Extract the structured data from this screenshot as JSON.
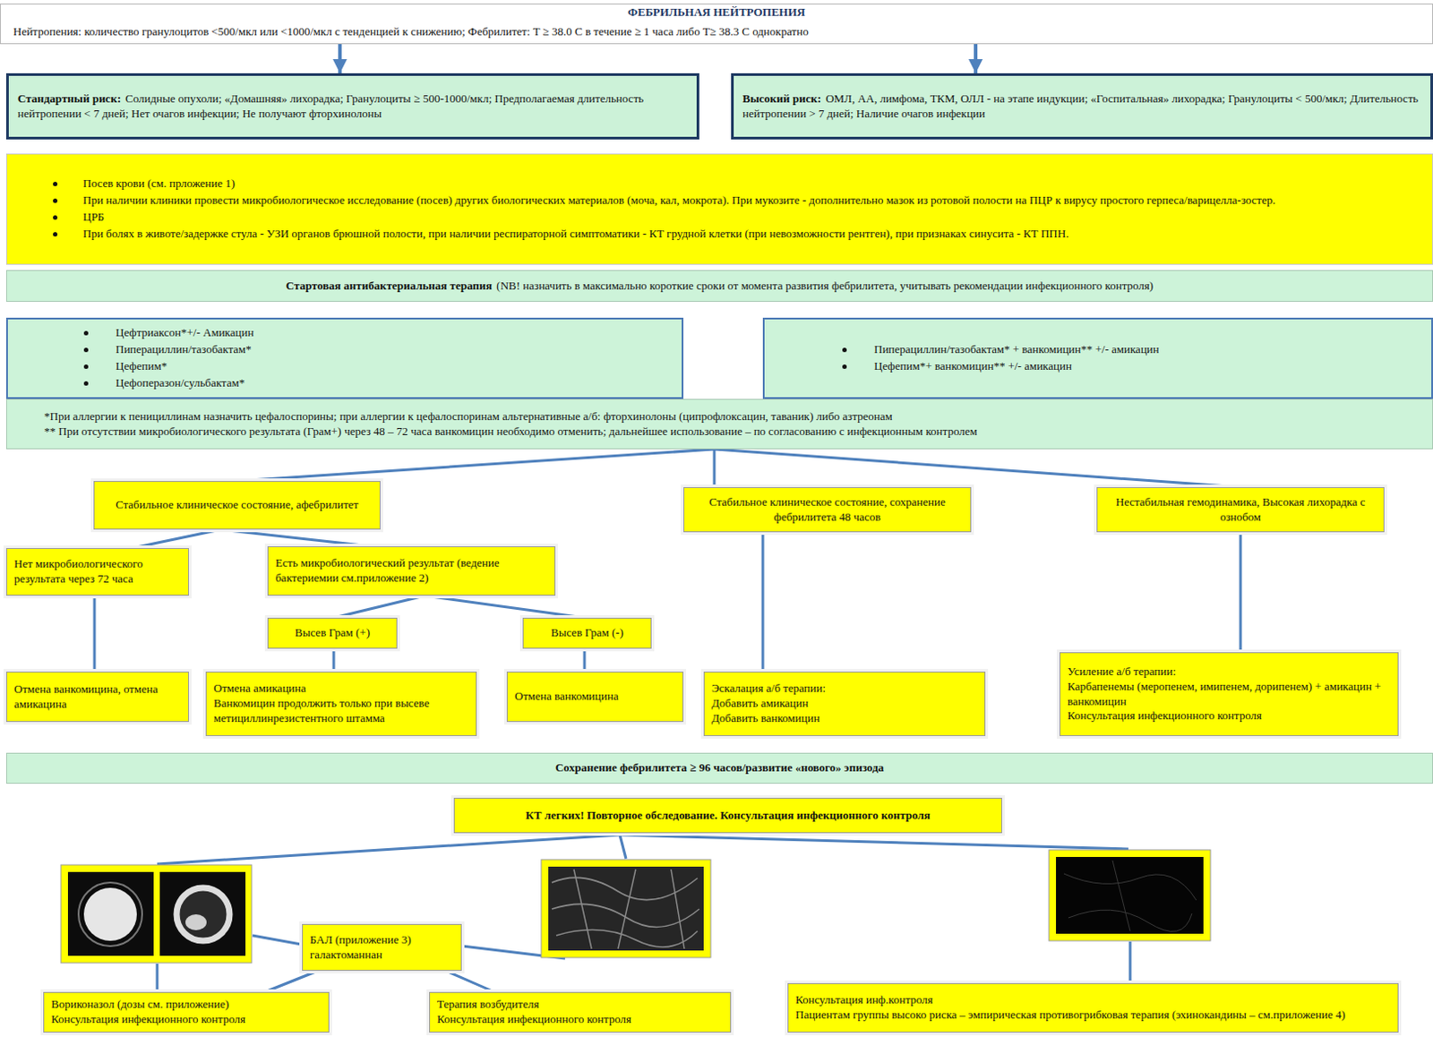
{
  "diagram": {
    "title": "ФЕБРИЛЬНАЯ НЕЙТРОПЕНИЯ",
    "nodes": [
      {
        "text": [
          "Нейтропения: количество гранулоцитов <500/мкл или <1000/мкл с тенденцией к снижению; Фебрилитет: T ≥ 38.0 C в течение ≥ 1 часа либо T≥ 38.3 C однократно"
        ]
      },
      {
        "text": [
          "Стандартный риск:",
          "Солидные опухоли; «Домашняя» лихорадка; Гранулоциты ≥ 500-1000/мкл; Предполагаемая длительность нейтропении < 7 дней; Нет очагов инфекции; Не получают фторхинолоны"
        ]
      },
      {
        "text": [
          "Высокий риск:",
          "ОМЛ, АА, лимфома, ТКМ, ОЛЛ - на этапе индукции; «Госпитальная» лихорадка; Гранулоциты < 500/мкл; Длительность нейтропении > 7 дней; Наличие очагов инфекции"
        ]
      },
      {
        "text": [
          "Посев крови (см. прложение 1)",
          "При наличии клиники провести микробиологическое исследование (посев) других биологических материалов (моча, кал, мокрота). При мукозите - дополнительно мазок из ротовой полости на ПЦР к вирусу простого герпеса/варицелла-зостер.",
          "ЦРБ",
          "При болях в животе/задержке стула - УЗИ органов брюшной полости, при наличии респираторной симптоматики - КТ грудной клетки (при невозможности рентген), при признаках синусита - КТ ППН."
        ]
      },
      {
        "text": [
          "Стартовая антибактериальная терапия",
          "(NB! назначить в максимально короткие сроки от момента развития фебрилитета, учитывать рекомендации инфекционного контроля)"
        ]
      },
      {
        "text": [
          "Цефтриаксон*+/- Амикацин",
          "Пиперациллин/тазобактам*",
          "Цефепим*",
          "Цефоперазон/сульбактам*"
        ]
      },
      {
        "text": [
          "Пиперациллин/тазобактам* + ванкомицин** +/- амикацин",
          "Цефепим*+ ванкомицин** +/- амикацин"
        ]
      },
      {
        "text": [
          "*При аллергии к пенициллинам назначить цефалоспорины; при аллергии к цефалоспоринам альтернативные а/б: фторхинолоны (ципрофлоксацин, таваник) либо азтреонам",
          "** При отсутствии микробиологического результата (Грам+) через 48 – 72 часа ванкомицин необходимо отменить; дальнейшее использование – по согласованию с инфекционным контролем"
        ]
      },
      {
        "text": [
          "Стабильное клиническое состояние, афебрилитет"
        ]
      },
      {
        "text": [
          "Стабильное клиническое состояние, сохранение фебрилитета 48 часов"
        ]
      },
      {
        "text": [
          "Нестабильная гемодинамика, Высокая лихорадка с ознобом"
        ]
      },
      {
        "text": [
          "Нет микробиологического результата через 72 часа"
        ]
      },
      {
        "text": [
          "Есть микробиологический результат (ведение бактериемии см.приложение 2)"
        ]
      },
      {
        "text": [
          "Высев Грам (+)"
        ]
      },
      {
        "text": [
          "Высев Грам (-)"
        ]
      },
      {
        "text": [
          "Отмена ванкомицина, отмена амикацина"
        ]
      },
      {
        "text": [
          "Отмена амикацина",
          "Ванкомицин продолжить только при высеве метициллинрезистентного штамма"
        ]
      },
      {
        "text": [
          "Отмена ванкомицина"
        ]
      },
      {
        "text": [
          "Эскалация а/б терапии:",
          "Добавить амикацин",
          "Добавить ванкомицин"
        ]
      },
      {
        "text": [
          "Усиление а/б терапии:",
          "Карбапенемы (меропенем, имипенем, дорипенем) + амикацин + ванкомицин",
          "Консультация инфекционного контроля"
        ]
      },
      {
        "text": [
          "Сохранение фебрилитета ≥ 96 часов/развитие «нового» эпизода"
        ]
      },
      {
        "text": [
          "КТ легких! Повторное обследование. Консультация инфекционного контроля"
        ]
      },
      {
        "text": [
          "БАЛ (приложение 3)",
          "галактоманнан"
        ]
      },
      {
        "text": [
          "Вориконазол (дозы см. приложение)",
          "Консультация инфекционного контроля"
        ]
      },
      {
        "text": [
          "Терапия возбудителя",
          "Консультация инфекционного контроля"
        ]
      },
      {
        "text": [
          "Консультация инф.контроля",
          "Пациентам группы высоко риска – эмпирическая противогрибковая терапия (эхинокандины – см.приложение 4)"
        ]
      }
    ],
    "edges": [
      {
        "from": 0,
        "to": 1,
        "arrow": "to"
      },
      {
        "from": 0,
        "to": 2,
        "arrow": "to"
      },
      {
        "from": 7,
        "to": 8,
        "arrow": "none"
      },
      {
        "from": 7,
        "to": 9,
        "arrow": "none"
      },
      {
        "from": 7,
        "to": 10,
        "arrow": "none"
      },
      {
        "from": 8,
        "to": 11,
        "arrow": "none"
      },
      {
        "from": 8,
        "to": 12,
        "arrow": "none"
      },
      {
        "from": 12,
        "to": 13,
        "arrow": "none"
      },
      {
        "from": 12,
        "to": 14,
        "arrow": "none"
      },
      {
        "from": 11,
        "to": 15,
        "arrow": "none"
      },
      {
        "from": 13,
        "to": 16,
        "arrow": "none"
      },
      {
        "from": 14,
        "to": 17,
        "arrow": "none"
      },
      {
        "from": 9,
        "to": 18,
        "arrow": "none"
      },
      {
        "from": 10,
        "to": 19,
        "arrow": "none"
      },
      {
        "from": 22,
        "to": 23,
        "arrow": "none"
      },
      {
        "from": 22,
        "to": 24,
        "arrow": "none"
      }
    ]
  }
}
